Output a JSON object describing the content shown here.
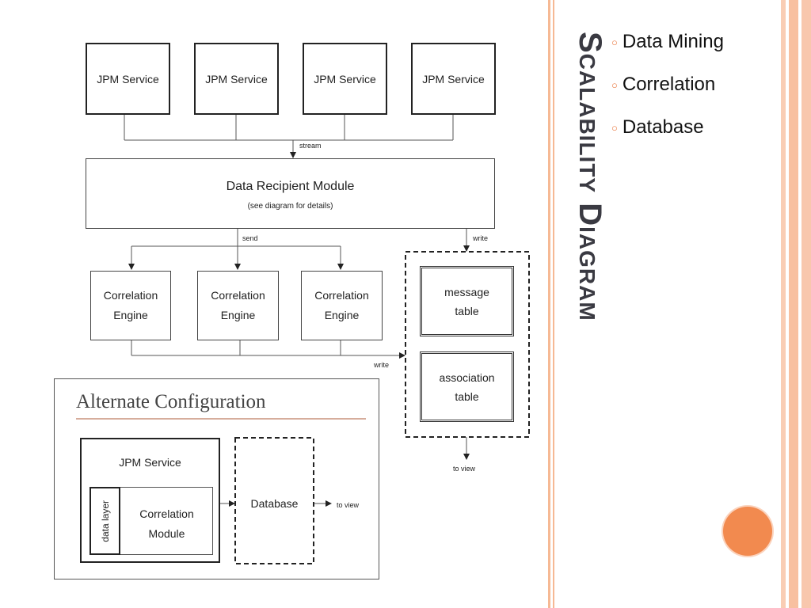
{
  "slide": {
    "title": "Scalability Diagram",
    "bullets": [
      "Data Mining",
      "Correlation",
      "Database"
    ]
  },
  "diagram": {
    "services": [
      "JPM Service",
      "JPM Service",
      "JPM Service",
      "JPM Service"
    ],
    "stream_label": "stream",
    "recipient": {
      "title": "Data Recipient Module",
      "subtitle": "(see diagram for details)"
    },
    "send_label": "send",
    "write_label_top": "write",
    "engines": [
      {
        "line1": "Correlation",
        "line2": "Engine"
      },
      {
        "line1": "Correlation",
        "line2": "Engine"
      },
      {
        "line1": "Correlation",
        "line2": "Engine"
      }
    ],
    "write_label_bottom": "write",
    "message_table": {
      "line1": "message",
      "line2": "table"
    },
    "association_table": {
      "line1": "association",
      "line2": "table"
    },
    "to_view": "to view"
  },
  "alternate": {
    "heading": "Alternate Configuration",
    "jpm_service": "JPM Service",
    "data_layer": "data layer",
    "correlation_module": {
      "line1": "Correlation",
      "line2": "Module"
    },
    "database": "Database",
    "to_view": "to view"
  },
  "theme": {
    "accent": "#f28a4f",
    "stripe_light": "#f8c7ad",
    "title_color": "#3a3a42"
  }
}
